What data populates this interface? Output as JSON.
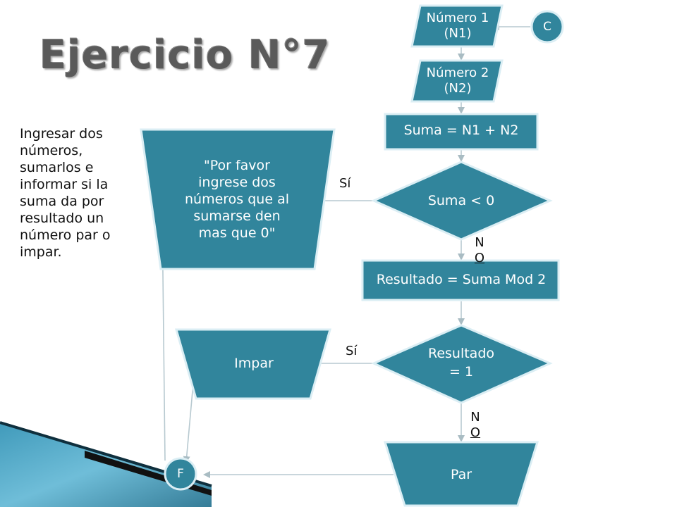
{
  "slide": {
    "title": "Ejercicio N°7",
    "description": "Ingresar dos números, sumarlos e informar si la suma da por resultado un número par o impar."
  },
  "colors": {
    "shape_fill": "#31859c",
    "shape_border": "#dbeef4",
    "connector": "#b7c9d0",
    "arrow": "#a9bcc3",
    "title": "#5a5a5a",
    "accent_bar": "#1f6e8c"
  },
  "flowchart": {
    "start": "C",
    "input1": "Número 1 (N1)",
    "input2": "Número 2 (N2)",
    "sum": "Suma = N1 + N2",
    "decision1": "Suma < 0",
    "message": "\"Por favor ingrese dos números que al sumarse den mas que 0\"",
    "process": "Resultado = Suma Mod 2",
    "decision2": "Resultado = 1",
    "odd": "Impar",
    "even": "Par",
    "end": "F",
    "labels": {
      "yes": "Sí",
      "no_top": "N",
      "no_bottom": "O"
    }
  }
}
